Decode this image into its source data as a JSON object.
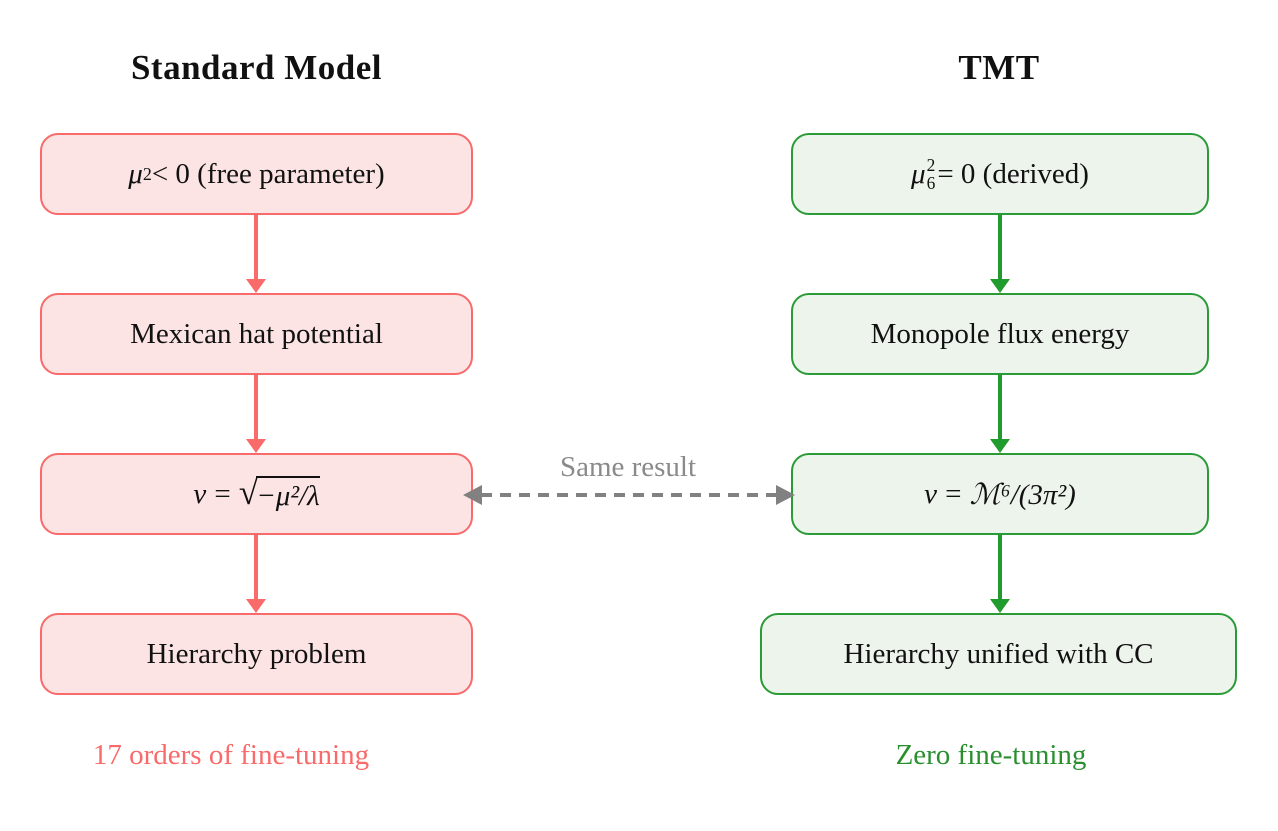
{
  "left": {
    "title": "Standard Model",
    "box1": {
      "mu": "μ",
      "sup": "2",
      "rest": " < 0 (free parameter)"
    },
    "box2": {
      "label": "Mexican hat potential"
    },
    "box3": {
      "v": "v",
      "eq": "=",
      "sqrt": "√",
      "radicand": "−μ²/λ"
    },
    "box4": {
      "label": "Hierarchy problem"
    },
    "caption": "17 orders of fine-tuning"
  },
  "right": {
    "title": "TMT",
    "box1": {
      "mu": "μ",
      "sup": "2",
      "sub": "6",
      "rest": " = 0 (derived)"
    },
    "box2": {
      "label": "Monopole flux energy"
    },
    "box3": {
      "v": "v",
      "eq": "=",
      "expr": "ℳ⁶/(3π²)"
    },
    "box4": {
      "label": "Hierarchy unified with CC"
    },
    "caption": "Zero fine-tuning"
  },
  "connector": {
    "label": "Same result"
  },
  "colors": {
    "sm_accent": "#f96a6a",
    "sm_fill": "#fde4e4",
    "tmt_accent": "#2a9b37",
    "tmt_fill": "#edf4ec",
    "connector_gray": "#818181",
    "text": "#111111"
  }
}
